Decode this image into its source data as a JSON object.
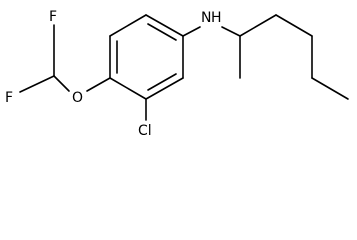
{
  "molecule": {
    "atoms": {
      "f_top": "F",
      "f_bottom": "F",
      "oxygen": "O",
      "chlorine": "Cl",
      "amine": "N",
      "amine_h": "H"
    }
  }
}
